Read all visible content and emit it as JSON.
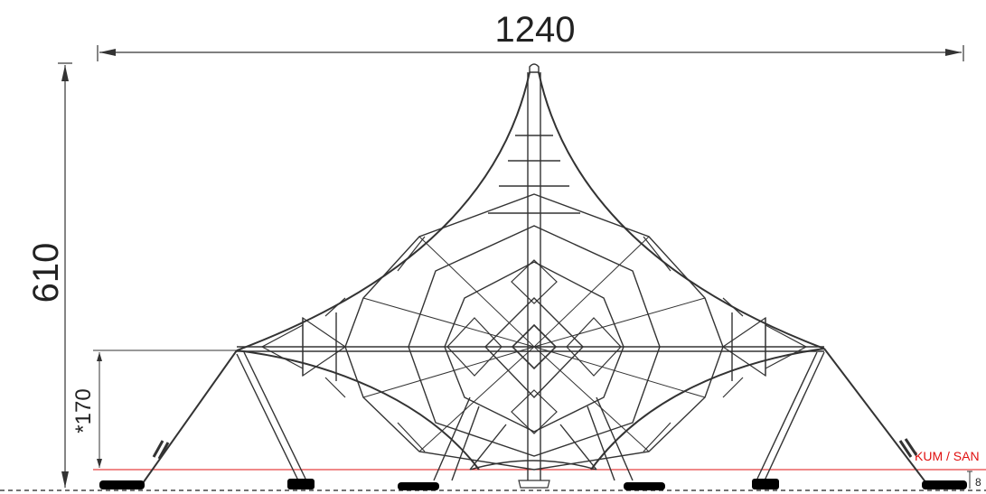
{
  "drawing": {
    "width_label": "1240",
    "height_label": "610",
    "platform_label": "*170",
    "ground_label": "KUM / SAN",
    "ground_tick_label": "8",
    "colors": {
      "line": "#333333",
      "dimension": "#222222",
      "ground_line": "#e01010"
    }
  }
}
